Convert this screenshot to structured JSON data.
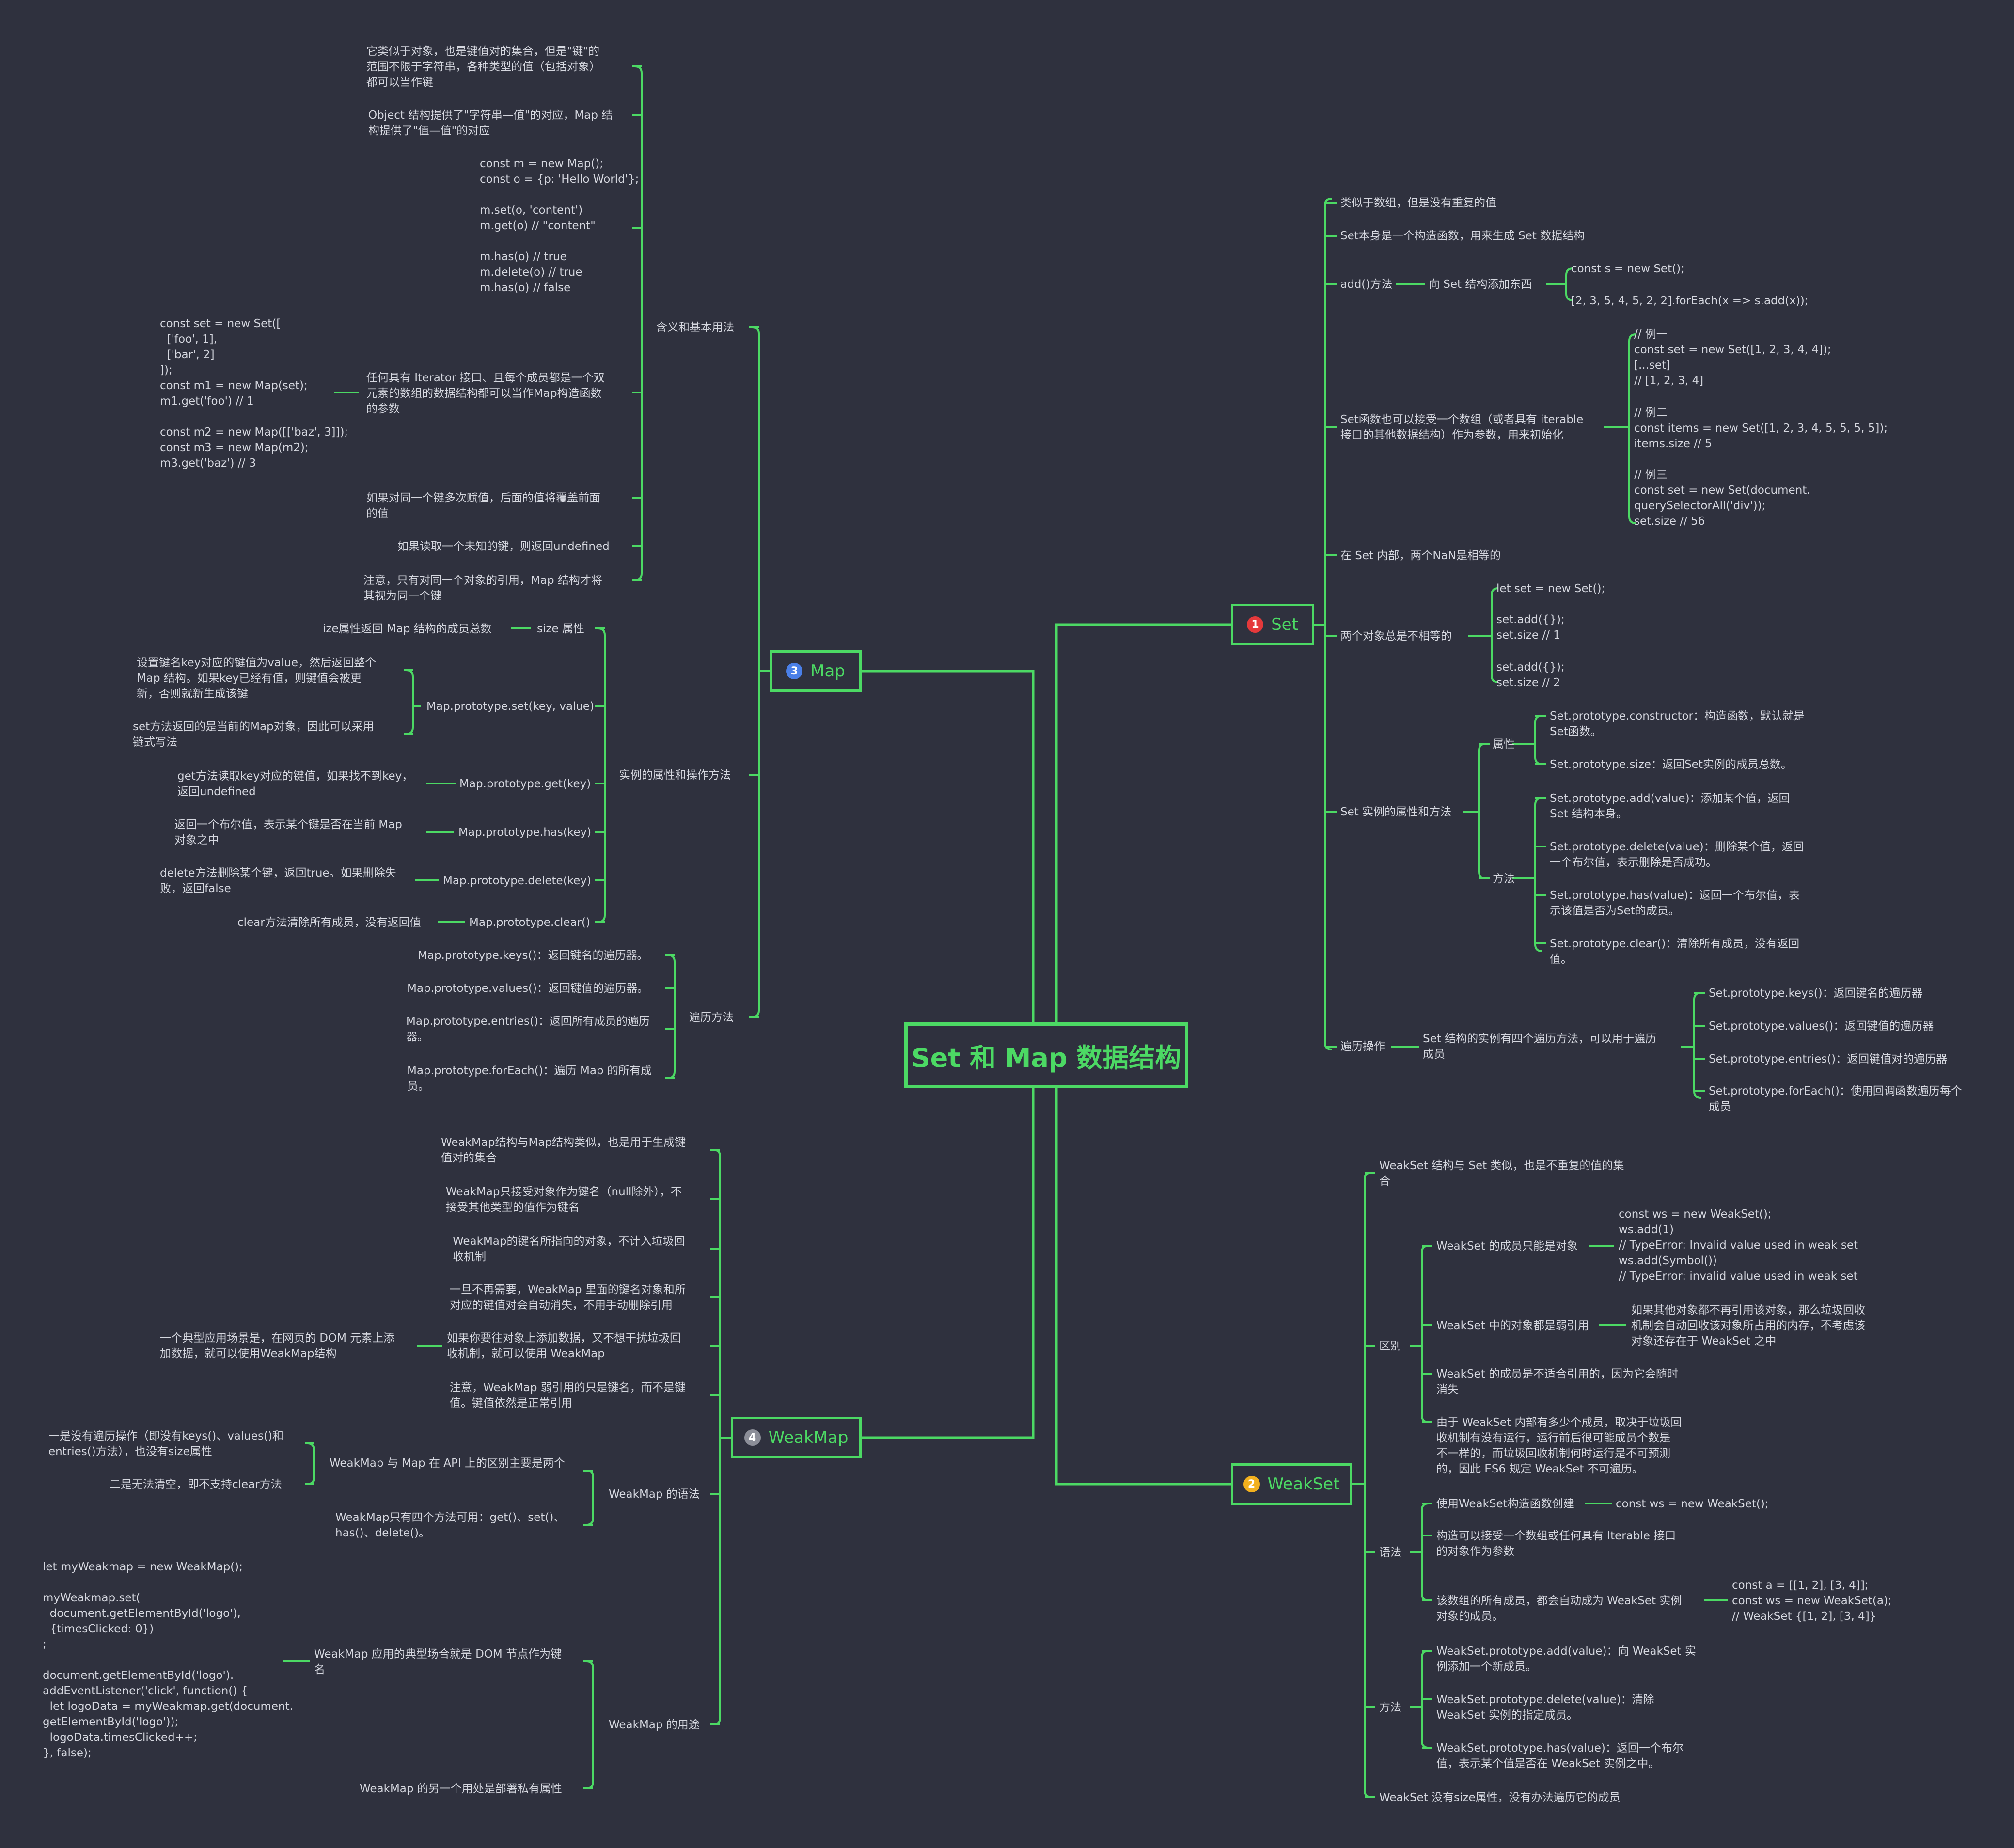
{
  "colors": {
    "background": "#2f313e",
    "line": "#4cd964",
    "text": "#d5d7df",
    "badge1": "#e5393b",
    "badge2": "#f2b01e",
    "badge3": "#4a7fe8",
    "badge4": "#8c8e98"
  },
  "root": "Set 和 Map 数据结构",
  "branches": {
    "set": {
      "badge": "1",
      "label": "Set"
    },
    "map": {
      "badge": "3",
      "label": "Map"
    },
    "weakmap": {
      "badge": "4",
      "label": "WeakMap"
    },
    "weakset": {
      "badge": "2",
      "label": "WeakSet"
    }
  },
  "set": {
    "n1": "类似于数组，但是没有重复的值",
    "n2": "Set本身是一个构造函数，用来生成 Set 数据结构",
    "n3": "add()方法",
    "n3a": "向 Set 结构添加东西",
    "n3a_c1": "const s = new Set();",
    "n3a_c2": "[2, 3, 5, 4, 5, 2, 2].forEach(x => s.add(x));",
    "n4": "Set函数也可以接受一个数组（或者具有 iterable\n接口的其他数据结构）作为参数，用来初始化",
    "n4_c1": "// 例一\nconst set = new Set([1, 2, 3, 4, 4]);\n[...set]\n// [1, 2, 3, 4]",
    "n4_c2": "// 例二\nconst items = new Set([1, 2, 3, 4, 5, 5, 5, 5]);\nitems.size // 5",
    "n4_c3": "// 例三\nconst set = new Set(document.\nquerySelectorAll('div'));\nset.size // 56",
    "n5": "在 Set 内部，两个NaN是相等的",
    "n6": "两个对象总是不相等的",
    "n6_c1": "let set = new Set();",
    "n6_c2": "set.add({});\nset.size // 1",
    "n6_c3": "set.add({});\nset.size // 2",
    "n7": "Set 实例的属性和方法",
    "n7_prop": "属性",
    "n7_p1": "Set.prototype.constructor：构造函数，默认就是\nSet函数。",
    "n7_p2": "Set.prototype.size：返回Set实例的成员总数。",
    "n7_meth": "方法",
    "n7_m1": "Set.prototype.add(value)：添加某个值，返回\nSet 结构本身。",
    "n7_m2": "Set.prototype.delete(value)：删除某个值，返回\n一个布尔值，表示删除是否成功。",
    "n7_m3": "Set.prototype.has(value)：返回一个布尔值，表\n示该值是否为Set的成员。",
    "n7_m4": "Set.prototype.clear()：清除所有成员，没有返回\n值。",
    "n8": "遍历操作",
    "n8a": "Set 结构的实例有四个遍历方法，可以用于遍历\n成员",
    "n8_i1": "Set.prototype.keys()：返回键名的遍历器",
    "n8_i2": "Set.prototype.values()：返回键值的遍历器",
    "n8_i3": "Set.prototype.entries()：返回键值对的遍历器",
    "n8_i4": "Set.prototype.forEach()：使用回调函数遍历每个\n成员"
  },
  "map": {
    "g1": "含义和基本用法",
    "g1_1": "它类似于对象，也是键值对的集合，但是\"键\"的\n范围不限于字符串，各种类型的值（包括对象）\n都可以当作键",
    "g1_2": "Object 结构提供了\"字符串—值\"的对应，Map 结\n构提供了\"值—值\"的对应",
    "g1_3": "const m = new Map();\nconst o = {p: 'Hello World'};\n\nm.set(o, 'content')\nm.get(o) // \"content\"\n\nm.has(o) // true\nm.delete(o) // true\nm.has(o) // false",
    "g1_4": "任何具有 Iterator 接口、且每个成员都是一个双\n元素的数组的数据结构都可以当作Map构造函数\n的参数",
    "g1_4c": "const set = new Set([\n  ['foo', 1],\n  ['bar', 2]\n]);\nconst m1 = new Map(set);\nm1.get('foo') // 1\n\nconst m2 = new Map([['baz', 3]]);\nconst m3 = new Map(m2);\nm3.get('baz') // 3",
    "g1_5": "如果对同一个键多次赋值，后面的值将覆盖前面\n的值",
    "g1_6": "如果读取一个未知的键，则返回undefined",
    "g1_7": "注意，只有对同一个对象的引用，Map 结构才将\n其视为同一个键",
    "g2": "实例的属性和操作方法",
    "g2_1": "size 属性",
    "g2_1d": "ize属性返回 Map 结构的成员总数",
    "g2_2": "Map.prototype.set(key, value)",
    "g2_2a": "设置键名key对应的键值为value，然后返回整个\nMap 结构。如果key已经有值，则键值会被更\n新，否则就新生成该键",
    "g2_2b": "set方法返回的是当前的Map对象，因此可以采用\n链式写法",
    "g2_3": "Map.prototype.get(key)",
    "g2_3d": "get方法读取key对应的键值，如果找不到key，\n返回undefined",
    "g2_4": "Map.prototype.has(key)",
    "g2_4d": "返回一个布尔值，表示某个键是否在当前 Map\n对象之中",
    "g2_5": "Map.prototype.delete(key)",
    "g2_5d": "delete方法删除某个键，返回true。如果删除失\n败，返回false",
    "g2_6": "Map.prototype.clear()",
    "g2_6d": "clear方法清除所有成员，没有返回值",
    "g3": "遍历方法",
    "g3_1": "Map.prototype.keys()：返回键名的遍历器。",
    "g3_2": "Map.prototype.values()：返回键值的遍历器。",
    "g3_3": "Map.prototype.entries()：返回所有成员的遍历\n器。",
    "g3_4": "Map.prototype.forEach()：遍历 Map 的所有成\n员。"
  },
  "weakmap": {
    "w1": "WeakMap结构与Map结构类似，也是用于生成键\n值对的集合",
    "w2": "WeakMap只接受对象作为键名（null除外），不\n接受其他类型的值作为键名",
    "w3": "WeakMap的键名所指向的对象，不计入垃圾回\n收机制",
    "w4": "一旦不再需要，WeakMap 里面的键名对象和所\n对应的键值对会自动消失，不用手动删除引用",
    "w5": "如果你要往对象上添加数据，又不想干扰垃圾回\n收机制，就可以使用 WeakMap",
    "w5d": "一个典型应用场景是，在网页的 DOM 元素上添\n加数据，就可以使用WeakMap结构",
    "w6": "注意，WeakMap 弱引用的只是键名，而不是键\n值。键值依然是正常引用",
    "w7": "WeakMap 的语法",
    "w7_1": "WeakMap 与 Map 在 API 上的区别主要是两个",
    "w7_1a": "一是没有遍历操作（即没有keys()、values()和\nentries()方法），也没有size属性",
    "w7_1b": "二是无法清空，即不支持clear方法",
    "w7_2": "WeakMap只有四个方法可用：get()、set()、\nhas()、delete()。",
    "w8": "WeakMap 的用途",
    "w8_1": "WeakMap 应用的典型场合就是 DOM 节点作为键\n名",
    "w8_1c": "let myWeakmap = new WeakMap();\n\nmyWeakmap.set(\n  document.getElementById('logo'),\n  {timesClicked: 0})\n;\n\ndocument.getElementById('logo').\naddEventListener('click', function() {\n  let logoData = myWeakmap.get(document.\ngetElementById('logo'));\n  logoData.timesClicked++;\n}, false);",
    "w8_2": "WeakMap 的另一个用处是部署私有属性"
  },
  "weakset": {
    "s1": "WeakSet 结构与 Set 类似，也是不重复的值的集\n合",
    "s2": "区别",
    "s2_1": "WeakSet 的成员只能是对象",
    "s2_1c": "const ws = new WeakSet();\nws.add(1)\n// TypeError: Invalid value used in weak set\nws.add(Symbol())\n// TypeError: invalid value used in weak set",
    "s2_2": "WeakSet 中的对象都是弱引用",
    "s2_2d": "如果其他对象都不再引用该对象，那么垃圾回收\n机制会自动回收该对象所占用的内存，不考虑该\n对象还存在于 WeakSet 之中",
    "s2_3": "WeakSet 的成员是不适合引用的，因为它会随时\n消失",
    "s2_4": "由于 WeakSet 内部有多少个成员，取决于垃圾回\n收机制有没有运行，运行前后很可能成员个数是\n不一样的，而垃圾回收机制何时运行是不可预测\n的，因此 ES6 规定 WeakSet 不可遍历。",
    "s3": "语法",
    "s3_1": "使用WeakSet构造函数创建",
    "s3_1c": "const ws = new WeakSet();",
    "s3_2": "构造可以接受一个数组或任何具有 Iterable 接口\n的对象作为参数",
    "s3_3": "该数组的所有成员，都会自动成为 WeakSet 实例\n对象的成员。",
    "s3_3c": "const a = [[1, 2], [3, 4]];\nconst ws = new WeakSet(a);\n// WeakSet {[1, 2], [3, 4]}",
    "s4": "方法",
    "s4_1": "WeakSet.prototype.add(value)：向 WeakSet 实\n例添加一个新成员。",
    "s4_2": "WeakSet.prototype.delete(value)：清除\nWeakSet 实例的指定成员。",
    "s4_3": "WeakSet.prototype.has(value)：返回一个布尔\n值，表示某个值是否在 WeakSet 实例之中。",
    "s5": "WeakSet 没有size属性，没有办法遍历它的成员"
  }
}
